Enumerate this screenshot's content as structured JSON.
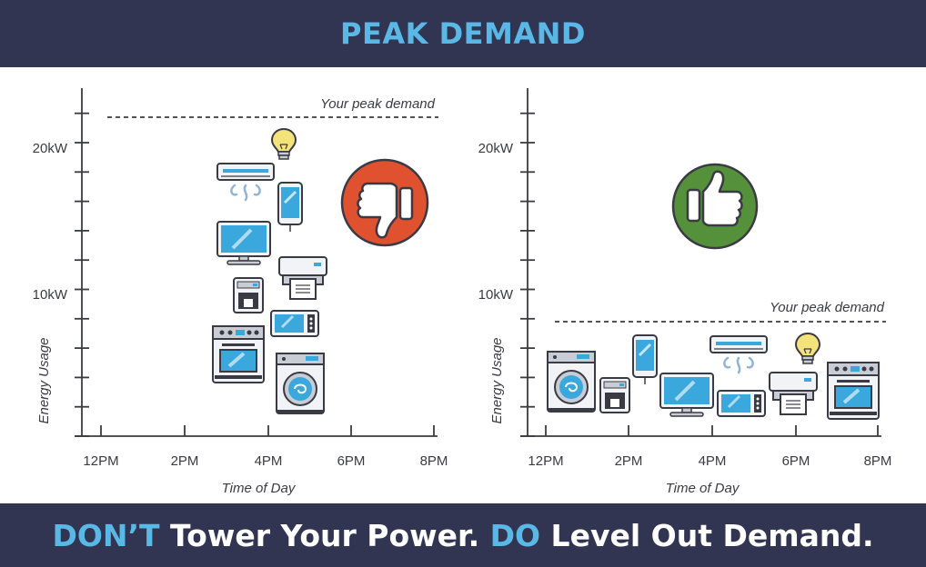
{
  "header": {
    "title": "PEAK DEMAND"
  },
  "footer": {
    "part1_accent": "DON’T",
    "part1_text": " Tower Your Power. ",
    "part2_accent": "DO",
    "part2_text": " Level Out Demand."
  },
  "colors": {
    "band": "#323551",
    "title_blue": "#5ab8e6",
    "thumbs_down_red": "#e0512f",
    "thumbs_up_green": "#55913a",
    "axis": "#3a3a44",
    "appliance_blue": "#3aa8dc"
  },
  "left_panel": {
    "peak_label": "Your peak demand",
    "y_ticks": [
      "20kW",
      "10kW"
    ],
    "x_ticks": [
      "12PM",
      "2PM",
      "4PM",
      "6PM",
      "8PM"
    ],
    "y_axis_label": "Energy Usage",
    "x_axis_label": "Time of Day",
    "rating_icon": "thumbs-down-icon"
  },
  "right_panel": {
    "peak_label": "Your peak demand",
    "y_ticks": [
      "20kW",
      "10kW"
    ],
    "x_ticks": [
      "12PM",
      "2PM",
      "4PM",
      "6PM",
      "8PM"
    ],
    "y_axis_label": "Energy Usage",
    "x_axis_label": "Time of Day",
    "rating_icon": "thumbs-up-icon"
  },
  "appliance_icons": [
    "light-bulb-icon",
    "air-conditioner-icon",
    "smartphone-icon",
    "monitor-icon",
    "printer-icon",
    "coffee-maker-icon",
    "microwave-icon",
    "oven-icon",
    "washing-machine-icon"
  ]
}
